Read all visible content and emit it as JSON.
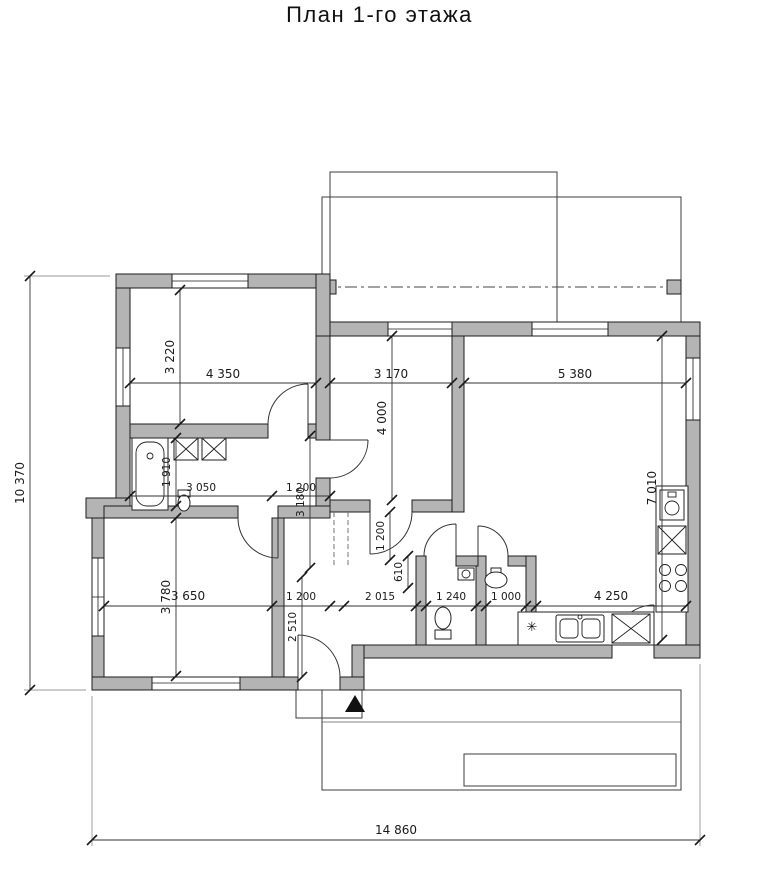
{
  "title": "План 1-го этажа",
  "dimensions": {
    "overall_height": "10 370",
    "overall_width": "14 860",
    "bedroom1_width": "4 350",
    "bedroom1_height": "3 220",
    "bedroom2_width": "3 170",
    "bedroom2_height": "4 000",
    "living_width": "5 380",
    "living_height": "7 010",
    "bath_height": "1 910",
    "hall_width": "3 050",
    "hall_extra": "1 200",
    "corridor_height": "3 180",
    "passage_width": "1 200",
    "bedroom3_width": "3 650",
    "bedroom3_height": "3 780",
    "corridor_width": "1 200",
    "hall2_width": "2 015",
    "niche_width": "610",
    "wc_width": "1 240",
    "bath2_width": "1 000",
    "kitchen_width": "4 250",
    "entry_height": "2 510"
  },
  "symbols": {
    "floor_drain": "✳"
  }
}
